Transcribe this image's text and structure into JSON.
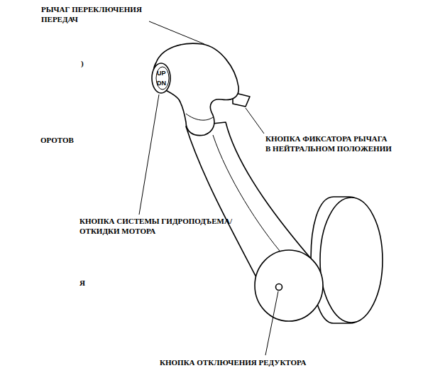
{
  "diagram": {
    "labels": [
      "РЫЧАГ ПЕРЕКЛЮЧЕНИЯ ПЕРЕДАЧ",
      ")",
      "ОРОТОВ",
      "КНОПКА ФИКСАТОРА РЫЧАГА В НЕЙТРАЛЬНОМ ПОЛОЖЕНИИ",
      "UP",
      "DN",
      "КНОПКА СИСТЕМЫ ГИДРОПОДЪЕМА/ ОТКИДКИ МОТОРА",
      "Я",
      "КНОПКА ОТКЛЮЧЕНИЯ РЕДУКТОРА"
    ]
  }
}
